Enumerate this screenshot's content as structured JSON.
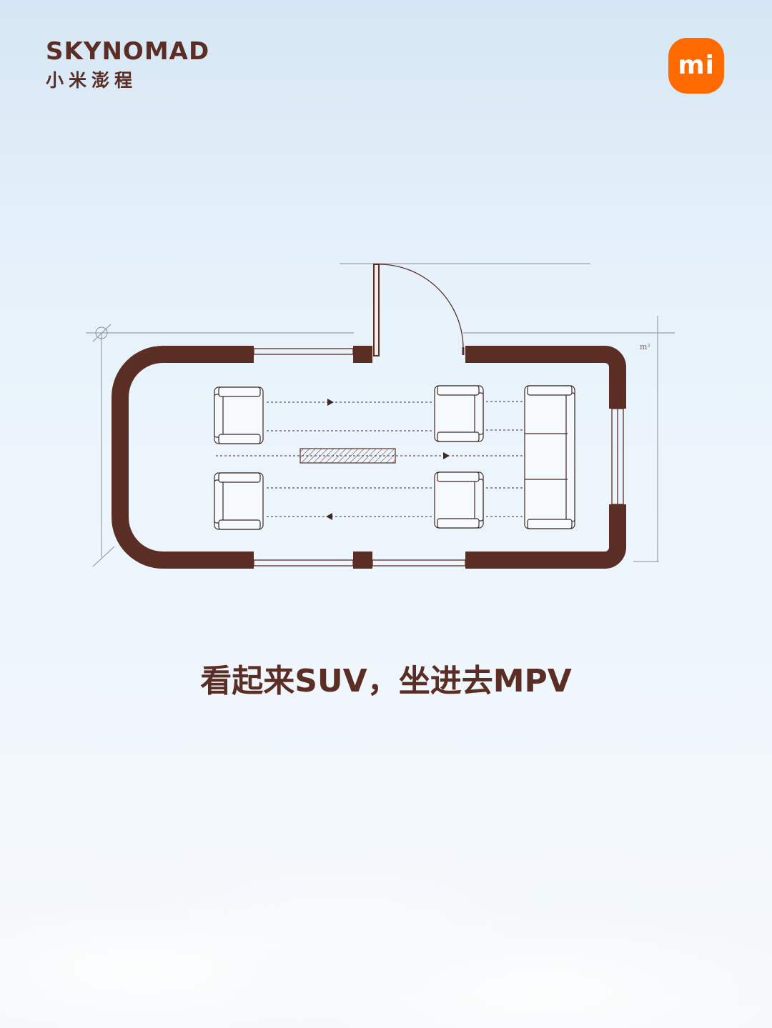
{
  "brand": {
    "name_en": "SKYNOMAD",
    "name_cn": "小米澎程",
    "logo_text": "mi",
    "logo_color": "#ff6a00",
    "brand_color": "#5a2e24"
  },
  "floorplan": {
    "unit_label": "m²",
    "wall_color": "#5a2e24"
  },
  "slogan": "看起来SUV，坐进去MPV"
}
